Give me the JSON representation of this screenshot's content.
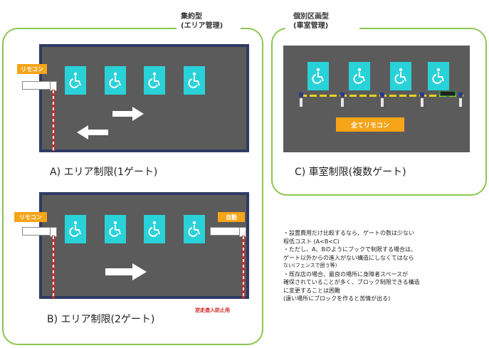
{
  "left_panel": {
    "heading_line1": "集約型",
    "heading_line2": "(エリア管理)"
  },
  "right_panel": {
    "heading_line1": "個別区画型",
    "heading_line2": "(車室管理)"
  },
  "diagram_a": {
    "caption": "A) エリア制限(1ゲート)",
    "remote_label": "リモコン"
  },
  "diagram_b": {
    "caption": "B) エリア制限(2ゲート)",
    "remote_label_left": "リモコン",
    "remote_label_right": "自動",
    "barrier_note": "逆走進入防止用"
  },
  "diagram_c": {
    "caption": "C) 車室制限(複数ゲート)",
    "remote_label": "全てリモコン"
  },
  "icons": {
    "space": "wheelchair-accessible-icon",
    "arrow": "direction-arrow-icon"
  },
  "colors": {
    "panel_outline": "#8cc653",
    "lot": "#5b5b5b",
    "lot_border": "#2f3b63",
    "accessible_space": "#28d2d8",
    "remote_label_bg": "#f6a418",
    "barrier_stripe": "#c0302a",
    "note_red": "#d0201c"
  },
  "notes": [
    "・設置費用だけ比較するなら、ゲートの数は少ない",
    "程低コスト (A<B<C)",
    "・ただし、A、Bのようにブックで制限する場合は、",
    "ゲート以外からの進入がない構造にしなくてはなら",
    "ない(フェンスで囲う等)",
    "・既存店の場合、最良の場所に身障者スペースが",
    "確保されていることが多く、ブロック制限できる構造",
    "に変更することは困難",
    "(遠い場所にブロックを作ると苦情が出る)"
  ]
}
